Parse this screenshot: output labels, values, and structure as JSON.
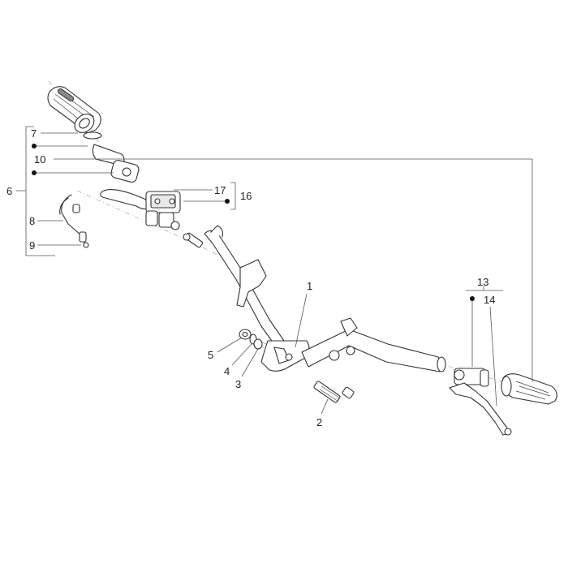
{
  "callouts": {
    "c1": "1",
    "c2": "2",
    "c3": "3",
    "c4": "4",
    "c5": "5",
    "c6": "6",
    "c7": "7",
    "c8": "8",
    "c9": "9",
    "c10": "10",
    "c13": "13",
    "c14": "14",
    "c16": "16",
    "c17": "17"
  },
  "colors": {
    "line": "#333333",
    "background": "#ffffff",
    "grip_texture": "#888888"
  }
}
